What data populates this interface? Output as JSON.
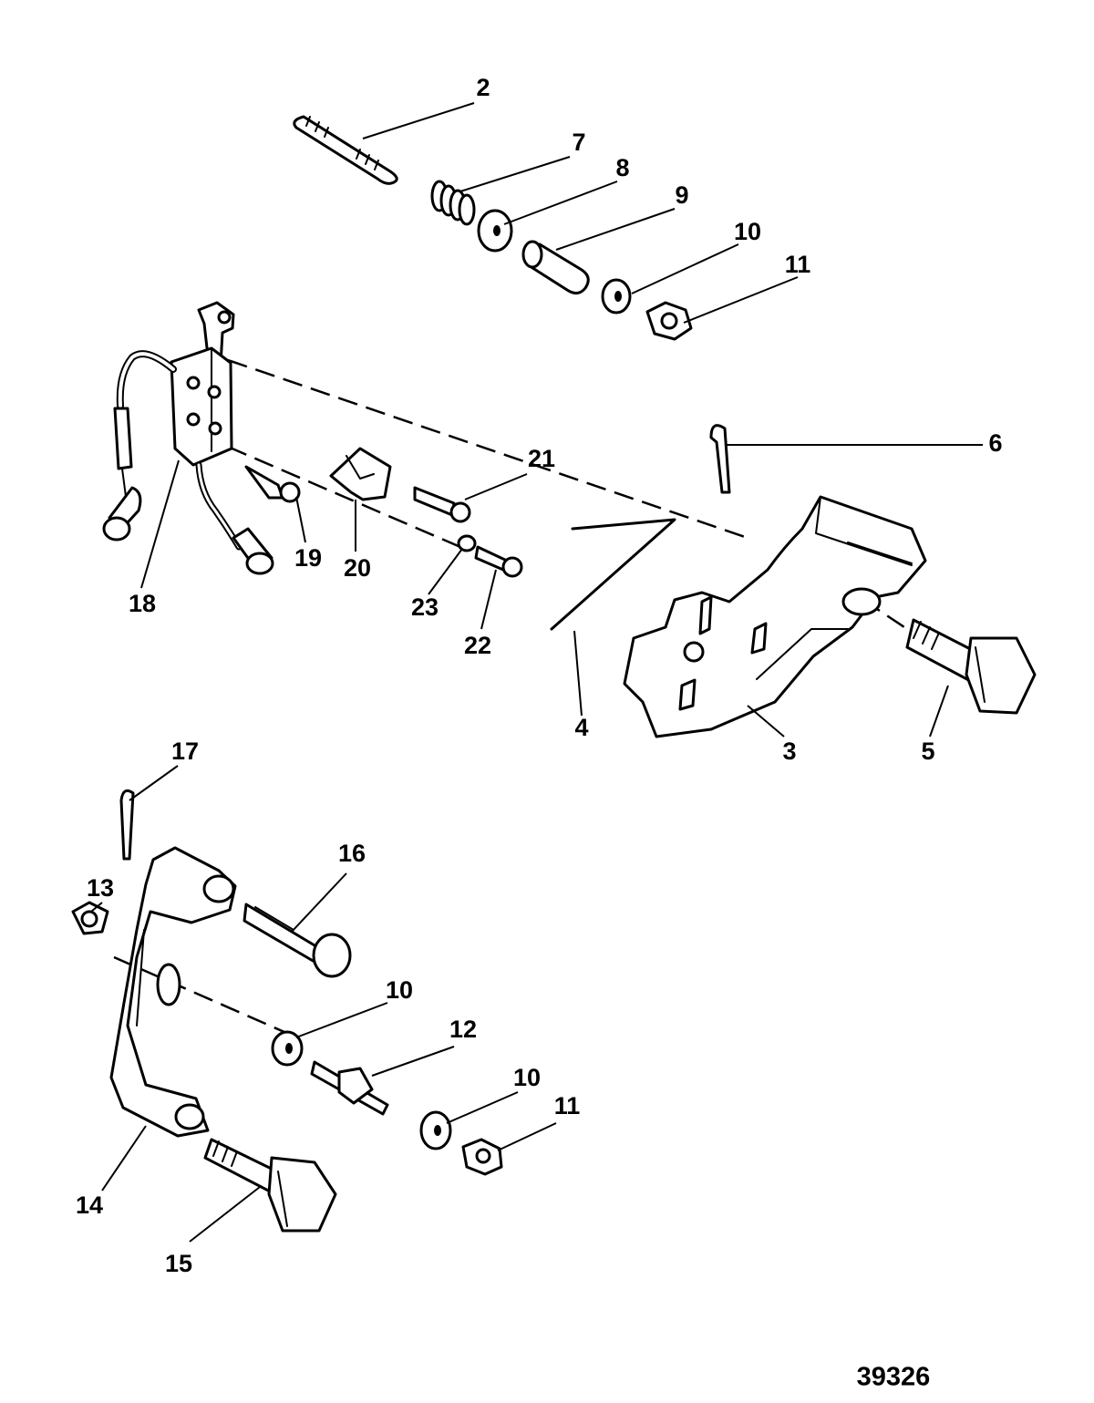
{
  "figure_id": "39326",
  "callouts": [
    {
      "label": "2"
    },
    {
      "label": "7"
    },
    {
      "label": "8"
    },
    {
      "label": "9"
    },
    {
      "label": "10"
    },
    {
      "label": "11"
    },
    {
      "label": "6"
    },
    {
      "label": "21"
    },
    {
      "label": "19"
    },
    {
      "label": "20"
    },
    {
      "label": "18"
    },
    {
      "label": "23"
    },
    {
      "label": "22"
    },
    {
      "label": "4"
    },
    {
      "label": "3"
    },
    {
      "label": "5"
    },
    {
      "label": "17"
    },
    {
      "label": "16"
    },
    {
      "label": "13"
    },
    {
      "label": "10"
    },
    {
      "label": "12"
    },
    {
      "label": "10"
    },
    {
      "label": "11"
    },
    {
      "label": "14"
    },
    {
      "label": "15"
    }
  ]
}
